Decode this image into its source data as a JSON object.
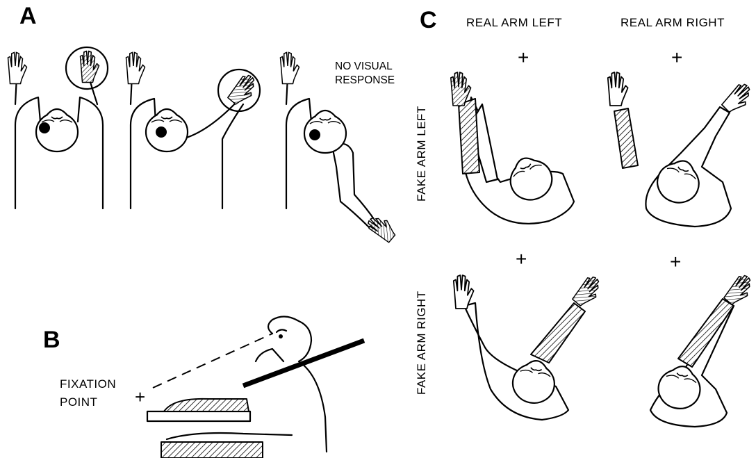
{
  "panels": {
    "a": {
      "letter": "A",
      "note_line1": "NO VISUAL",
      "note_line2": "RESPONSE"
    },
    "b": {
      "letter": "B",
      "fixation_line1": "FIXATION",
      "fixation_line2": "POINT"
    },
    "c": {
      "letter": "C",
      "col_left": "REAL ARM LEFT",
      "col_right": "REAL ARM RIGHT",
      "row_top": "FAKE ARM LEFT",
      "row_bottom": "FAKE ARM RIGHT"
    }
  },
  "symbols": {
    "fixation_cross": "+"
  }
}
